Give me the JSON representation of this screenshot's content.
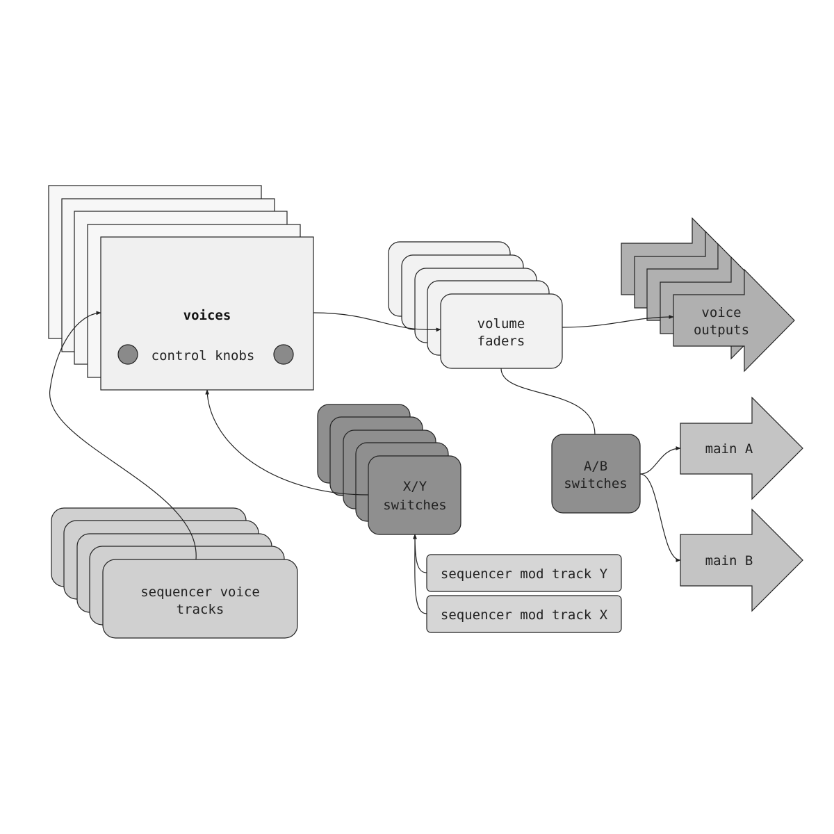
{
  "colors": {
    "voices_fill": "#f0f0f0",
    "voices_stack_fill": "#f7f7f7",
    "faders_fill": "#f2f2f2",
    "outputs_fill": "#b0b0b0",
    "xy_fill": "#8f8f8f",
    "ab_fill": "#8f8f8f",
    "seq_voice_fill": "#d0d0d0",
    "mod_track_fill": "#d6d6d6",
    "main_fill": "#c4c4c4",
    "knob_fill": "#8a8a8a",
    "stroke": "#222222"
  },
  "nodes": {
    "voices": {
      "title": "voices",
      "knobs_label": "control knobs"
    },
    "volume_faders": {
      "line1": "volume",
      "line2": "faders"
    },
    "voice_outputs": {
      "line1": "voice",
      "line2": "outputs"
    },
    "xy_switches": {
      "line1": "X/Y",
      "line2": "switches"
    },
    "ab_switches": {
      "line1": "A/B",
      "line2": "switches"
    },
    "seq_voice_tracks": {
      "line1": "sequencer voice",
      "line2": "tracks"
    },
    "mod_track_y": {
      "label": "sequencer mod track Y"
    },
    "mod_track_x": {
      "label": "sequencer mod track X"
    },
    "main_a": {
      "label": "main A"
    },
    "main_b": {
      "label": "main B"
    }
  },
  "edges": [
    {
      "from": "voices",
      "to": "volume_faders"
    },
    {
      "from": "volume_faders",
      "to": "voice_outputs"
    },
    {
      "from": "volume_faders",
      "to": "ab_switches"
    },
    {
      "from": "ab_switches",
      "to": "main_a"
    },
    {
      "from": "ab_switches",
      "to": "main_b"
    },
    {
      "from": "xy_switches",
      "to": "voices"
    },
    {
      "from": "seq_voice_tracks",
      "to": "voices"
    },
    {
      "from": "mod_track_y",
      "to": "xy_switches"
    },
    {
      "from": "mod_track_x",
      "to": "xy_switches"
    }
  ]
}
